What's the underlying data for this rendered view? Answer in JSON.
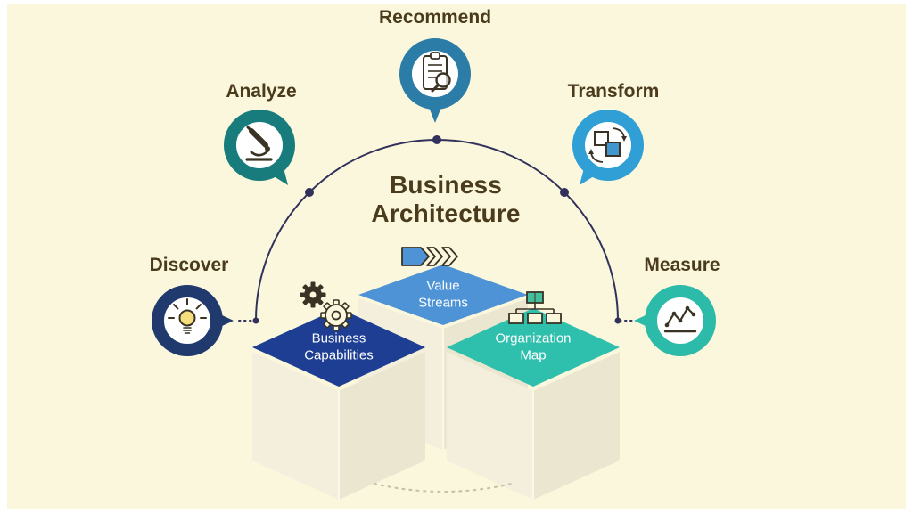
{
  "background": "#FBF7DC",
  "label_color": "#4A3B1D",
  "arc_color": "#32315C",
  "box_color": "#F3EFDC",
  "title": "Business Architecture",
  "nodes": [
    {
      "label": "Recommend",
      "color": "#2B7CA7",
      "icon": "clipboard-checklist-magnifier-icon"
    },
    {
      "label": "Analyze",
      "color": "#177C7B",
      "icon": "microscope-icon"
    },
    {
      "label": "Transform",
      "color": "#2F9FD5",
      "icon": "swap-squares-icon"
    },
    {
      "label": "Discover",
      "color": "#203A6E",
      "icon": "lightbulb-icon"
    },
    {
      "label": "Measure",
      "color": "#2CBAA9",
      "icon": "line-chart-icon"
    }
  ],
  "pillars": [
    {
      "label": "Value Streams",
      "color": "#4E93D6",
      "icon": "chevron-flow-icon"
    },
    {
      "label": "Business Capabilities",
      "color": "#1D3E92",
      "icon": "gears-icon"
    },
    {
      "label": "Organization Map",
      "color": "#2FBFAD",
      "icon": "org-chart-icon"
    }
  ]
}
